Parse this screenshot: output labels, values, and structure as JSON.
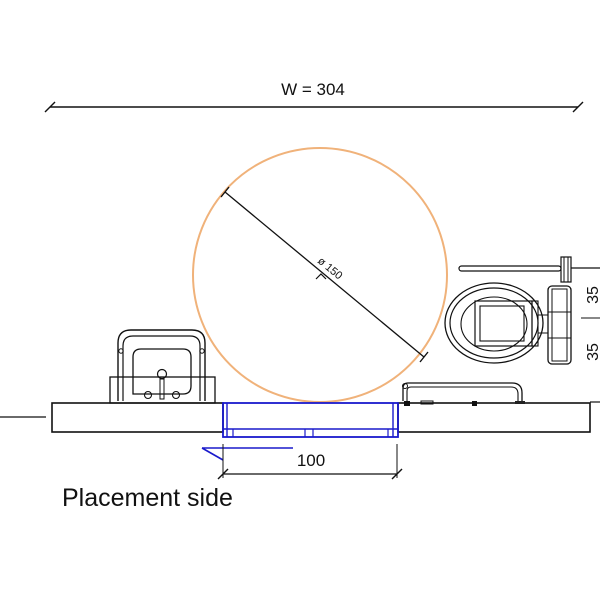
{
  "diagram": {
    "title": "Bathroom turning circle plan",
    "width_dimension": {
      "label": "W = 304",
      "value": 304
    },
    "turning_circle": {
      "label": "ø 150",
      "diameter": 150
    },
    "door_dimension": {
      "label": "100",
      "value": 100
    },
    "toilet_dimensions": [
      {
        "label": "35",
        "value": 35
      },
      {
        "label": "35",
        "value": 35
      }
    ],
    "placement_caption": "Placement side",
    "fixtures": [
      "washbasin",
      "toilet",
      "grab-bar",
      "door"
    ],
    "colors": {
      "line": "#111111",
      "circle": "#f0b27a",
      "door": "#1a1acc"
    }
  }
}
